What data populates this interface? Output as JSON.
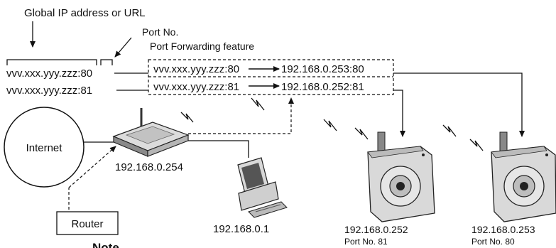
{
  "labels": {
    "global_ip": "Global IP address or URL",
    "port_no": "Port No.",
    "port_forwarding": "Port Forwarding feature",
    "addr_80": "vvv.xxx.yyy.zzz:80",
    "addr_81": "vvv.xxx.yyy.zzz:81",
    "rule_80_src": "vvv.xxx.yyy.zzz:80",
    "rule_80_dst": "192.168.0.253:80",
    "rule_81_src": "vvv.xxx.yyy.zzz:81",
    "rule_81_dst": "192.168.0.252:81",
    "internet": "Internet",
    "router_ip": "192.168.0.254",
    "router": "Router",
    "pc_ip": "192.168.0.1",
    "cam1_ip": "192.168.0.252",
    "cam1_port": "Port No. 81",
    "cam2_ip": "192.168.0.253",
    "cam2_port": "Port No. 80",
    "note": "Note"
  },
  "icons": {
    "router": "wireless-router-icon",
    "pc": "desktop-computer-icon",
    "camera": "network-camera-icon",
    "wireless": "wireless-signal-icon"
  },
  "colors": {
    "line": "#111111",
    "device_body": "#d9d9d9",
    "device_dark": "#555555"
  }
}
